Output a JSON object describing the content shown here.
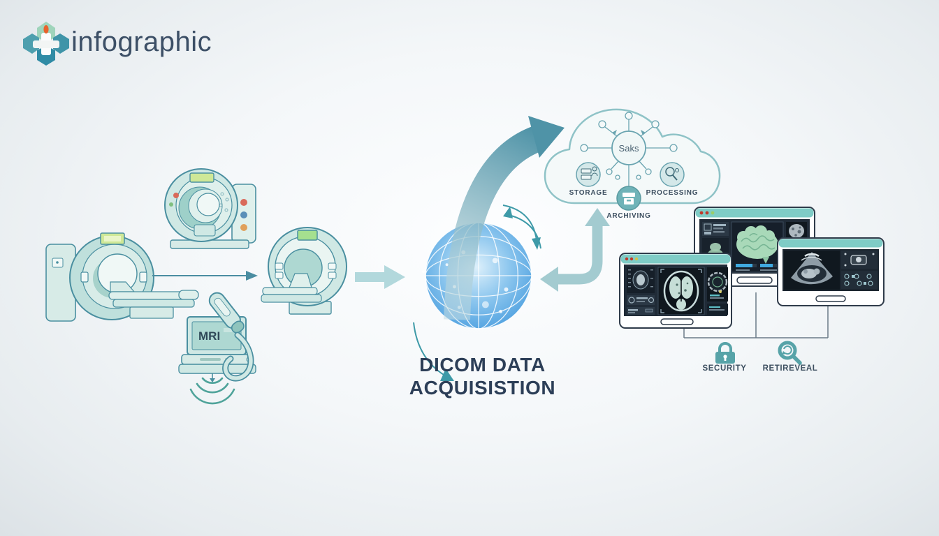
{
  "brand": {
    "logo_text": "infographic"
  },
  "flow": {
    "title_line1": "DICOM DATA",
    "title_line2": "ACQUISISTION"
  },
  "devices": {
    "ultrasound_screen_label": "MRI"
  },
  "cloud": {
    "hub_label": "Saks",
    "nodes": [
      {
        "label": "STORAGE"
      },
      {
        "label": "ARCHIVING"
      },
      {
        "label": "PROCESSING"
      }
    ]
  },
  "footer": {
    "labels": [
      {
        "label": "SECURITY"
      },
      {
        "label": "RETIREVEAL"
      }
    ]
  },
  "colors": {
    "outline_teal": "#4a8fa0",
    "device_fill": "#cfe8e4",
    "globe_blue": "#3f97dc",
    "thick_arrow_teal": "#a3cbd0",
    "title_navy": "#2c3e57",
    "monitor_bar_teal": "#7fccc6",
    "screen_dark": "#202b37",
    "brain_green": "#a9d9b9",
    "icon_teal": "#57a3a8",
    "flame_orange": "#e8622c"
  }
}
